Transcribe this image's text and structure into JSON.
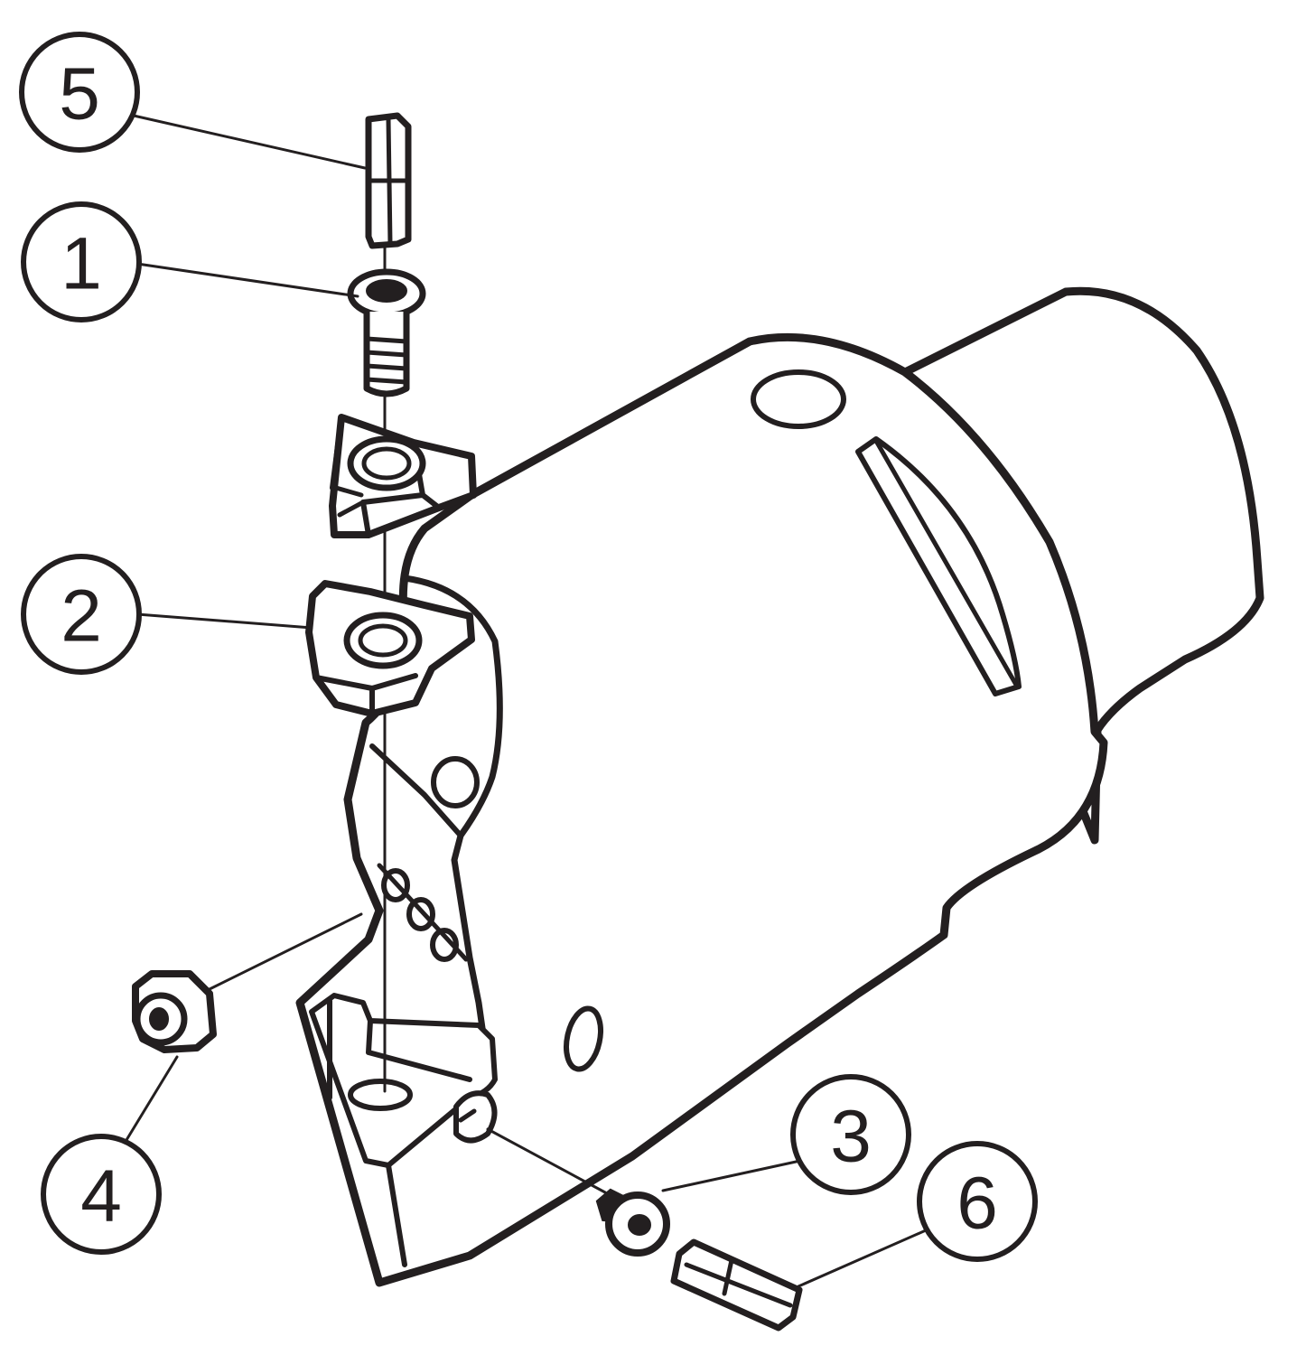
{
  "diagram": {
    "callouts": [
      {
        "id": "c5",
        "label": "5"
      },
      {
        "id": "c1",
        "label": "1"
      },
      {
        "id": "c2",
        "label": "2"
      },
      {
        "id": "c4",
        "label": "4"
      },
      {
        "id": "c3",
        "label": "3"
      },
      {
        "id": "c6",
        "label": "6"
      }
    ],
    "colors": {
      "ink": "#231f20",
      "paper": "#ffffff"
    }
  }
}
